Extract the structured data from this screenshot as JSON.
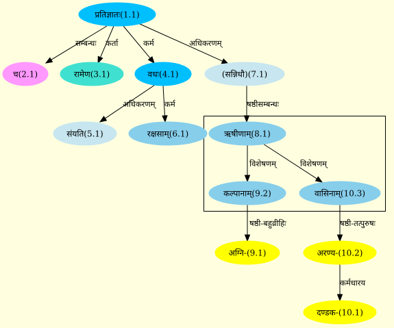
{
  "colors": {
    "background": "#ffffe0",
    "deep_sky_blue": "#00bfff",
    "violet": "#ff99ff",
    "turquoise": "#40e0d0",
    "light_blue": "#c7e6ef",
    "sky_blue": "#87ceeb",
    "yellow": "#ffff00"
  },
  "nodes": [
    {
      "id": "pratijnatah",
      "label": "प्रतिज्ञातः(1.1)"
    },
    {
      "id": "ca",
      "label": "च(2.1)"
    },
    {
      "id": "ramena",
      "label": "रामेण(3.1)"
    },
    {
      "id": "vadhah",
      "label": "वधः(4.1)"
    },
    {
      "id": "sannidhau",
      "label": "(सन्निधौ)(7.1)"
    },
    {
      "id": "samyati",
      "label": "संयति(5.1)"
    },
    {
      "id": "raksasam",
      "label": "रक्षसाम्(6.1)"
    },
    {
      "id": "rsinam",
      "label": "ऋषीणाम्(8.1)"
    },
    {
      "id": "kalpanam",
      "label": "कल्पानाम्(9.2)"
    },
    {
      "id": "vasinam",
      "label": "वासिनाम्(10.3)"
    },
    {
      "id": "agni",
      "label": "अग्नि-(9.1)"
    },
    {
      "id": "aranya",
      "label": "अरण्य-(10.2)"
    },
    {
      "id": "dandaka",
      "label": "दण्डक-(10.1)"
    }
  ],
  "edges": [
    {
      "from": "pratijnatah",
      "to": "ca",
      "label": "सम्बन्धः"
    },
    {
      "from": "pratijnatah",
      "to": "ramena",
      "label": "कर्ता"
    },
    {
      "from": "pratijnatah",
      "to": "vadhah",
      "label": "कर्म"
    },
    {
      "from": "pratijnatah",
      "to": "sannidhau",
      "label": "अधिकरणम्"
    },
    {
      "from": "vadhah",
      "to": "samyati",
      "label": "अधिकरणम्"
    },
    {
      "from": "vadhah",
      "to": "raksasam",
      "label": "कर्म"
    },
    {
      "from": "sannidhau",
      "to": "rsinam",
      "label": "षष्ठीसम्बन्धः"
    },
    {
      "from": "rsinam",
      "to": "kalpanam",
      "label": "विशेषणम्"
    },
    {
      "from": "rsinam",
      "to": "vasinam",
      "label": "विशेषणम्"
    },
    {
      "from": "kalpanam",
      "to": "agni",
      "label": "षष्ठी-बहुव्रीहिः"
    },
    {
      "from": "vasinam",
      "to": "aranya",
      "label": "षष्ठी-तत्पुरुषः"
    },
    {
      "from": "aranya",
      "to": "dandaka",
      "label": "कर्मधारय"
    }
  ]
}
